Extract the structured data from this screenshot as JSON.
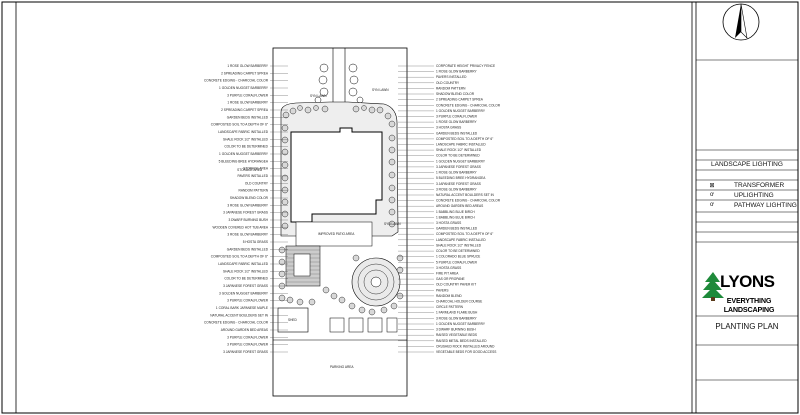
{
  "sheet": {
    "section_title": "LANDSCAPE LIGHTING",
    "legend": [
      {
        "symbol": "⊠",
        "label": "TRANSFORMER",
        "icon": "transformer-icon"
      },
      {
        "symbol": "ơ",
        "label": "UPLIGHTING",
        "icon": "uplight-icon"
      },
      {
        "symbol": "ơ",
        "label": "PATHWAY LIGHTING",
        "icon": "pathway-light-icon"
      }
    ],
    "brand": {
      "name": "LYONS",
      "tagline": "EVERYTHING LANDSCAPING"
    },
    "plan_title": "PLANTING PLAN"
  },
  "plan": {
    "areas": {
      "storage": "STORAGE AREA",
      "patio": "IMPROVED PATIO AREA",
      "shed": "SHED",
      "parking": "PARKING AREA",
      "lawn1": "SYN LAWN",
      "lawn2": "SYN LAWN",
      "lawn3": "SYN LAWN"
    },
    "labels_left": [
      "1 ROSE GLOW BARBERRY",
      "2 SPREADING CARPET SPREA",
      "CONCRETE EDGING - CHARCOAL COLOR",
      "1 GOLDEN NUGGET BARBERRY",
      "3 PURPLE CORALFLOWER",
      "1 ROSE GLOW BARBERRY",
      "2 SPREADING CARPET SPREA",
      "GARDEN BEDS INSTALLED",
      "COMPOSTED SOIL TO A DEPTH OF 6\"",
      "LANDSCAPE FABRIC INSTALLED",
      "SHALE ROCK 1/2\" INSTALLED",
      "COLOR TO BE DETERMINED",
      "1 GOLDEN NUGGET BARBERRY",
      "5 BLEEDING BREE HYDRANGEA",
      "STORAGE AREA",
      "PAVERS INSTALLED",
      "OLD COUNTRY",
      "RANDOM PATTERN",
      "SHADOW BLEND COLOR",
      "3 ROSE GLOW BARBERRY",
      "3 JAPANESE FOREST GRASS",
      "3 DWARF BURNING BUSH",
      "WOODEN COVERED HOT TUB AREA",
      "3 ROSE GLOW BARBERRY",
      "5 HOSTA GRASS",
      "GARDEN BEDS INSTALLED",
      "COMPOSTED SOIL TO A DEPTH OF 6\"",
      "LANDSCAPE FABRIC INSTALLED",
      "SHALE ROCK 1/2\" INSTALLED",
      "COLOR TO BE DETERMINED",
      "3 JAPANESE FOREST GRASS",
      "3 GOLDEN NUGGET BARBERRY",
      "3 PURPLE CORALFLOWER",
      "1 CORAL BARK JAPANESE MAPLE",
      "NATURAL ACCENT BOULDERS SET IN",
      "CONCRETE EDGING - CHARCOAL COLOR",
      "AROUND GARDEN BED AREAS",
      "3 PURPLE CORALFLOWER",
      "3 PURPLE CORALFLOWER",
      "3 JAPANESE FOREST GRASS"
    ],
    "labels_right": [
      "CORPORATE HEIGHT PRIVACY FENCE",
      "1 ROSE GLOW BARBERRY",
      "PAVERS INSTALLED",
      "OLD COUNTRY",
      "RANDOM PATTERN",
      "SHADOW BLEND COLOR",
      "2 SPREADING CARPET SPREA",
      "CONCRETE EDGING - CHARCOAL COLOR",
      "1 GOLDEN NUGGET BARBERRY",
      "3 PURPLE CORALFLOWER",
      "1 ROSE GLOW BARBERRY",
      "3 HOSTA GRASS",
      "GARDEN BEDS INSTALLED",
      "COMPOSTED SOIL TO A DEPTH OF 6\"",
      "LANDSCAPE FABRIC INSTALLED",
      "SHALE ROCK 1/2\" INSTALLED",
      "COLOR TO BE DETERMINED",
      "1 GOLDEN NUGGET BARBERRY",
      "3 JAPANESE FOREST GRASS",
      "1 ROSE GLOW BARBERRY",
      "5 BLEEDING BREE HYDRANGEA",
      "3 JAPANESE FOREST GRASS",
      "3 ROSE GLOW BARBERRY",
      "NATURAL ACCENT BOULDERS SET IN",
      "CONCRETE EDGING - CHARCOAL COLOR",
      "AROUND GARDEN BED AREAS",
      "1 BABBLING BLUE BIRCH",
      "1 BABBLING BLUE BIRCH",
      "3 HOSTA GRASS",
      "GARDEN BEDS INSTALLED",
      "COMPOSTED SOIL TO A DEPTH OF 6\"",
      "LANDSCAPE FABRIC INSTALLED",
      "SHALE ROCK 1/2\" INSTALLED",
      "COLOR TO BE DETERMINED",
      "1 COLORADO BLUE SPRUCE",
      "5 PURPLE CORALFLOWER",
      "3 HOSTA GRASS",
      "FIRE PIT AREA",
      "GAS OR PROPANE",
      "OLD COUNTRY PAVER KIT",
      "PAVERS",
      "RANDOM BLEND",
      "CHARCOAL HOLDER COURSE",
      "CIRCLE PATTERN",
      "1 FARMLAND FLAME BUSH",
      "3 ROSE GLOW BARBERRY",
      "1 GOLDEN NUGGET BARBERRY",
      "3 DWARF BURNING BUSH",
      "RAISED VEGETABLE BEDS",
      "RAISED METAL BEDS INSTALLED",
      "CRUSHED ROCK INSTALLED AROUND",
      "VEGETABLE BEDS FOR GOOD ACCESS"
    ]
  }
}
